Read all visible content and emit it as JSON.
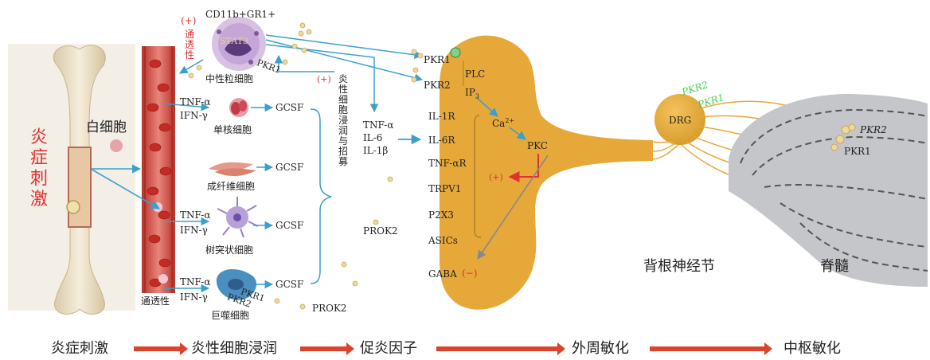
{
  "stimulus": "炎症刺激",
  "leukocyte": "白细胞",
  "permeability": "通透性",
  "permeability_plus": "(+)",
  "permeability_vertical": "通透性",
  "cd11b_label": "CD11b+GR1+",
  "stat3_label": "STAT3",
  "cells": {
    "neutrophil": "中性粒细胞",
    "monocyte": "单核细胞",
    "fibroblast": "成纤维细胞",
    "dendritic": "树突状细胞",
    "macrophage": "巨噬细胞"
  },
  "cytokines": {
    "tnf": "TNF-α",
    "ifn": "IFN-γ",
    "gcsf": "GCSF"
  },
  "infiltration_plus": "(+)",
  "infiltration_vertical": "炎性细胞浸润与招募",
  "factors": {
    "tnf": "TNF-α",
    "il6": "IL-6",
    "il1b": "IL-1β"
  },
  "prok2": "PROK2",
  "receptors": {
    "pkr1": "PKR1",
    "pkr2": "PKR2",
    "il1r": "IL-1R",
    "il6r": "IL-6R",
    "tnfr": "TNF-αR",
    "trpv1": "TRPV1",
    "p2x3": "P2X3",
    "asics": "ASICs",
    "gaba": "GABA",
    "minus": "(−)"
  },
  "signaling": {
    "plc": "PLC",
    "ip3": "IP",
    "ip3_sub": "3",
    "ca": "Ca",
    "ca_sup": "2+",
    "pkc": "PKC",
    "plus": "(+)"
  },
  "drg": "DRG",
  "drg_label": "背根神经节",
  "spinal_label": "脊髓",
  "colors": {
    "red": "#e03030",
    "arrow_blue": "#3aa0cc",
    "neuron": "#e7a83a",
    "green": "#3fd24a",
    "flow_arrow": "#d8452a"
  },
  "flow": [
    "炎症刺激",
    "炎性细胞浸润",
    "促炎因子",
    "外周敏化",
    "中枢敏化"
  ]
}
